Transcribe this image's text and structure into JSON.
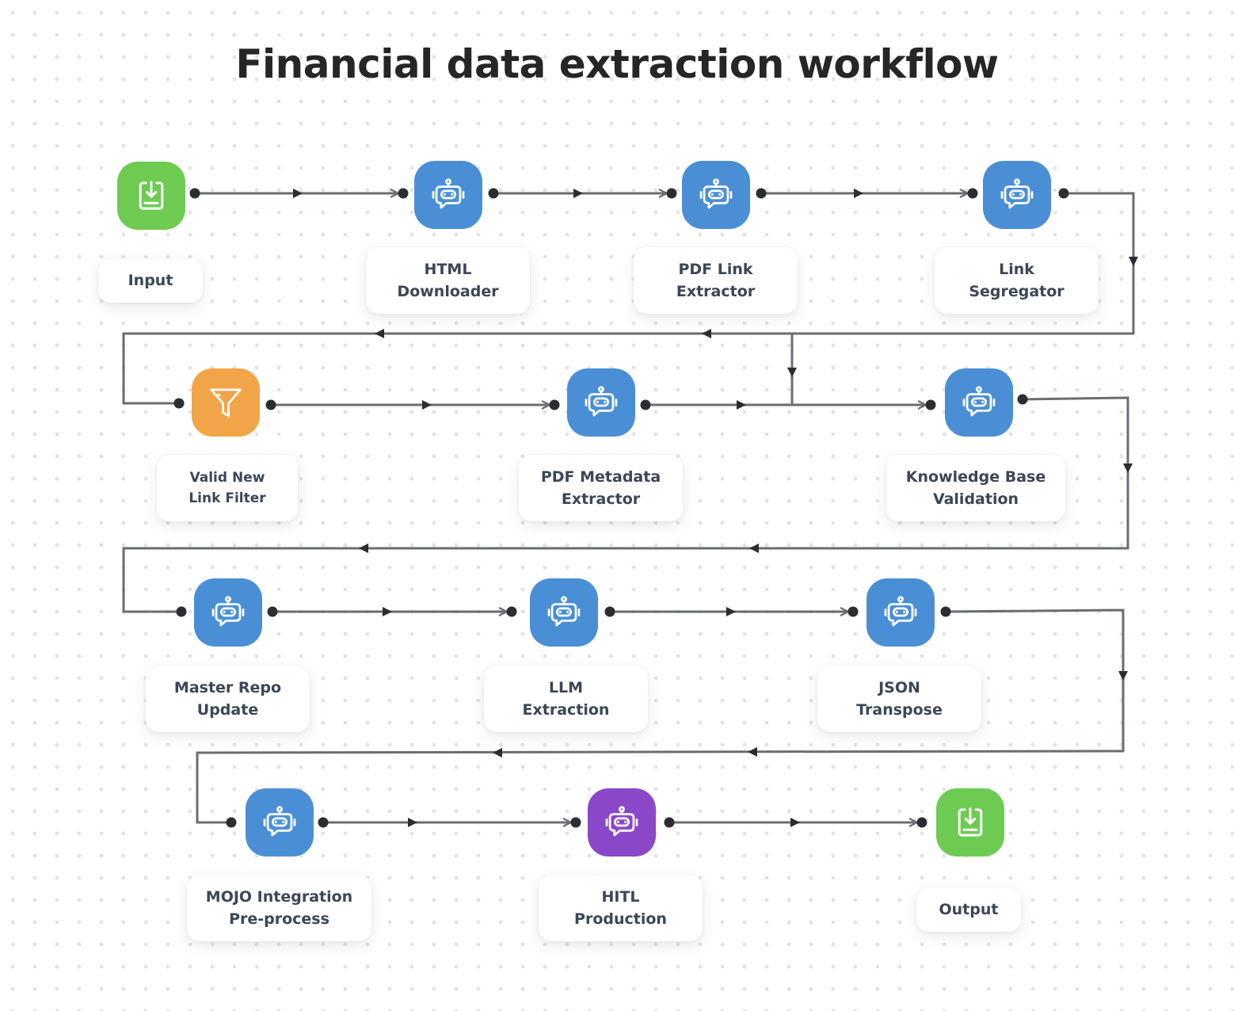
{
  "title": "Financial data extraction workflow",
  "colors": {
    "io": "#6dcb52",
    "bot": "#4a8fd6",
    "filter": "#f2a548",
    "hitl": "#8a48c9",
    "wire": "#6a6d72",
    "dot": "#2b2d31"
  },
  "nodes": [
    {
      "id": "input",
      "label": "Input",
      "icon": "download-icon",
      "color": "#6dcb52"
    },
    {
      "id": "html-downloader",
      "label": "HTML\nDownloader",
      "icon": "robot-icon",
      "color": "#4a8fd6"
    },
    {
      "id": "pdf-link-extractor",
      "label": "PDF Link\nExtractor",
      "icon": "robot-icon",
      "color": "#4a8fd6"
    },
    {
      "id": "link-segregator",
      "label": "Link\nSegregator",
      "icon": "robot-icon",
      "color": "#4a8fd6"
    },
    {
      "id": "valid-new-link-filter",
      "label": "Valid New\nLink Filter",
      "icon": "filter-icon",
      "color": "#f2a548"
    },
    {
      "id": "pdf-metadata-extractor",
      "label": "PDF Metadata\nExtractor",
      "icon": "robot-icon",
      "color": "#4a8fd6"
    },
    {
      "id": "knowledge-base-validation",
      "label": "Knowledge Base\nValidation",
      "icon": "robot-icon",
      "color": "#4a8fd6"
    },
    {
      "id": "master-repo-update",
      "label": "Master Repo\nUpdate",
      "icon": "robot-icon",
      "color": "#4a8fd6"
    },
    {
      "id": "llm-extraction",
      "label": "LLM\nExtraction",
      "icon": "robot-icon",
      "color": "#4a8fd6"
    },
    {
      "id": "json-transpose",
      "label": "JSON\nTranspose",
      "icon": "robot-icon",
      "color": "#4a8fd6"
    },
    {
      "id": "mojo-integration-preprocess",
      "label": "MOJO Integration\nPre-process",
      "icon": "robot-icon",
      "color": "#4a8fd6"
    },
    {
      "id": "hitl-production",
      "label": "HITL\nProduction",
      "icon": "robot-icon",
      "color": "#8a48c9"
    },
    {
      "id": "output",
      "label": "Output",
      "icon": "upload-icon",
      "color": "#6dcb52"
    }
  ]
}
